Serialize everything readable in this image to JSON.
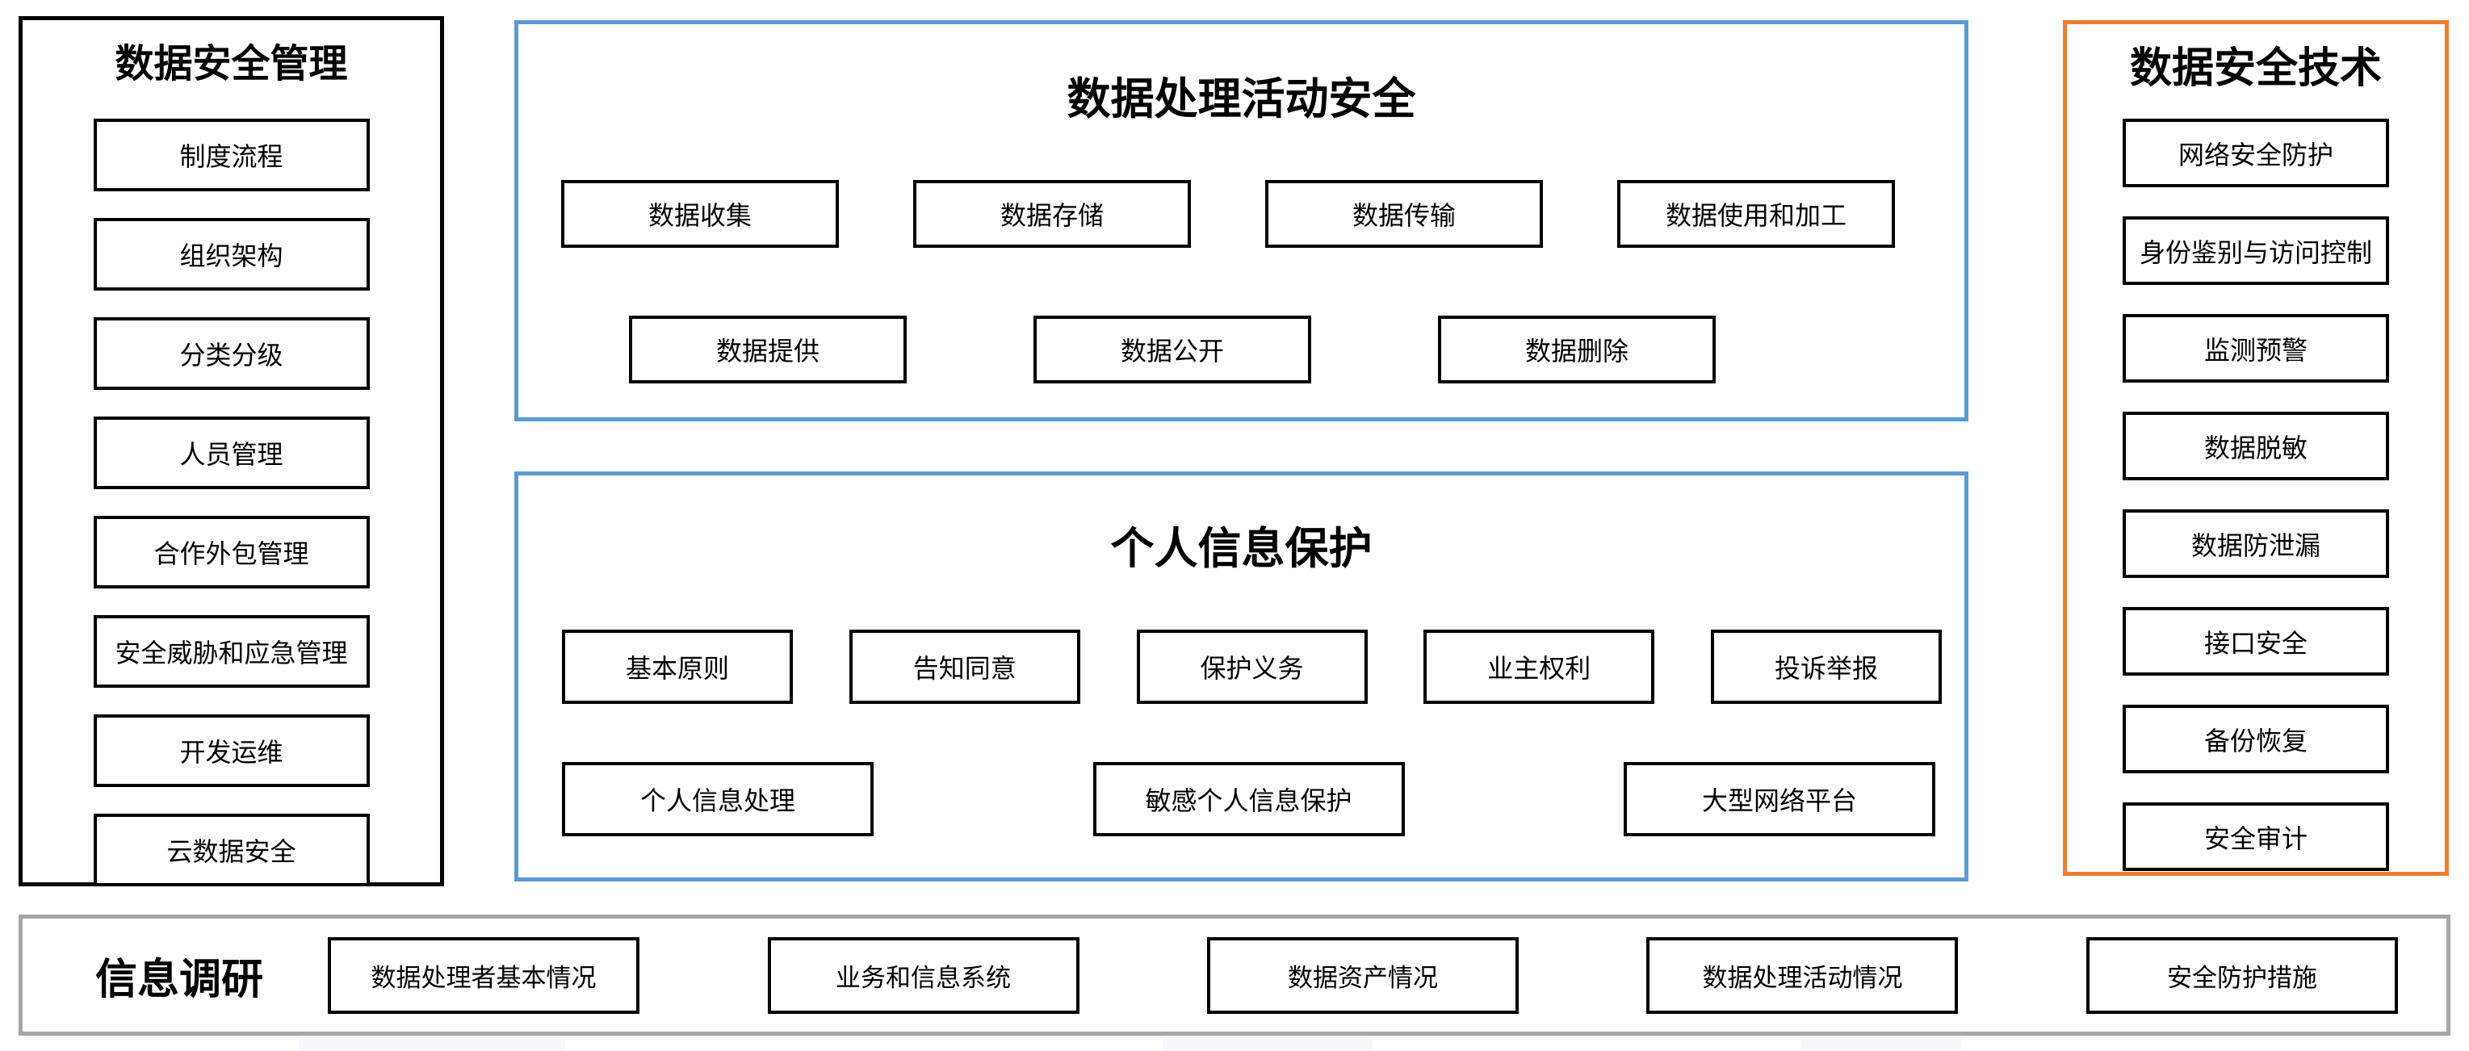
{
  "panels": {
    "management": {
      "title": "数据安全管理",
      "items": [
        "制度流程",
        "组织架构",
        "分类分级",
        "人员管理",
        "合作外包管理",
        "安全威胁和应急管理",
        "开发运维",
        "云数据安全"
      ]
    },
    "processing": {
      "title": "数据处理活动安全",
      "row1": [
        "数据收集",
        "数据存储",
        "数据传输",
        "数据使用和加工"
      ],
      "row2": [
        "数据提供",
        "数据公开",
        "数据删除"
      ]
    },
    "personal": {
      "title": "个人信息保护",
      "row1": [
        "基本原则",
        "告知同意",
        "保护义务",
        "业主权利",
        "投诉举报"
      ],
      "row2": [
        "个人信息处理",
        "敏感个人信息保护",
        "大型网络平台"
      ]
    },
    "technology": {
      "title": "数据安全技术",
      "items": [
        "网络安全防护",
        "身份鉴别与访问控制",
        "监测预警",
        "数据脱敏",
        "数据防泄漏",
        "接口安全",
        "备份恢复",
        "安全审计"
      ]
    },
    "research": {
      "title": "信息调研",
      "items": [
        "数据处理者基本情况",
        "业务和信息系统",
        "数据资产情况",
        "数据处理活动情况",
        "安全防护措施"
      ]
    }
  },
  "colors": {
    "blue_border": "#5b9bd5",
    "orange_border": "#ed7d31",
    "gray_border": "#a6a6a6",
    "black_border": "#000000",
    "background": "#ffffff"
  }
}
